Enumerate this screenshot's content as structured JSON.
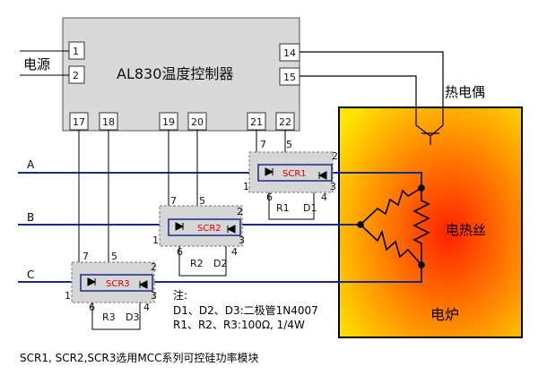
{
  "controller": {
    "name": "AL830温度控制器",
    "pins": {
      "p1": "1",
      "p2": "2",
      "p14": "14",
      "p15": "15",
      "p17": "17",
      "p18": "18",
      "p19": "19",
      "p20": "20",
      "p21": "21",
      "p22": "22"
    }
  },
  "labels": {
    "power": "电源",
    "thermocouple": "热电偶",
    "heater_wire": "电热丝",
    "furnace": "电炉",
    "phase_a": "A",
    "phase_b": "B",
    "phase_c": "C"
  },
  "modules": [
    {
      "name": "SCR1",
      "pin1": "1",
      "pin2": "2",
      "pin3": "3",
      "pin4": "4",
      "pin5": "5",
      "pin6": "6",
      "pin7": "7",
      "r": "R1",
      "d": "D1"
    },
    {
      "name": "SCR2",
      "pin1": "1",
      "pin2": "2",
      "pin3": "3",
      "pin4": "4",
      "pin5": "5",
      "pin6": "6",
      "pin7": "7",
      "r": "R2",
      "d": "D2"
    },
    {
      "name": "SCR3",
      "pin1": "1",
      "pin2": "2",
      "pin3": "3",
      "pin4": "4",
      "pin5": "5",
      "pin6": "6",
      "pin7": "7",
      "r": "R3",
      "d": "D3"
    }
  ],
  "notes": {
    "title": "注:",
    "line1": "D1、D2、D3:二极管1N4007",
    "line2": "R1、R2、R3:100Ω, 1/4W"
  },
  "caption": "SCR1, SCR2,SCR3选用MCC系列可控硅功率模块",
  "colors": {
    "line_blue": "#1a2a8a",
    "furnace_edge": "#000000",
    "furnace_hot": "#ff2a00",
    "furnace_mid": "#ff8c00",
    "furnace_cool": "#ffe000",
    "module_fill": "#d6d6d6",
    "controller_fill": "#d9d9d9",
    "scr_text": "#d40000"
  }
}
